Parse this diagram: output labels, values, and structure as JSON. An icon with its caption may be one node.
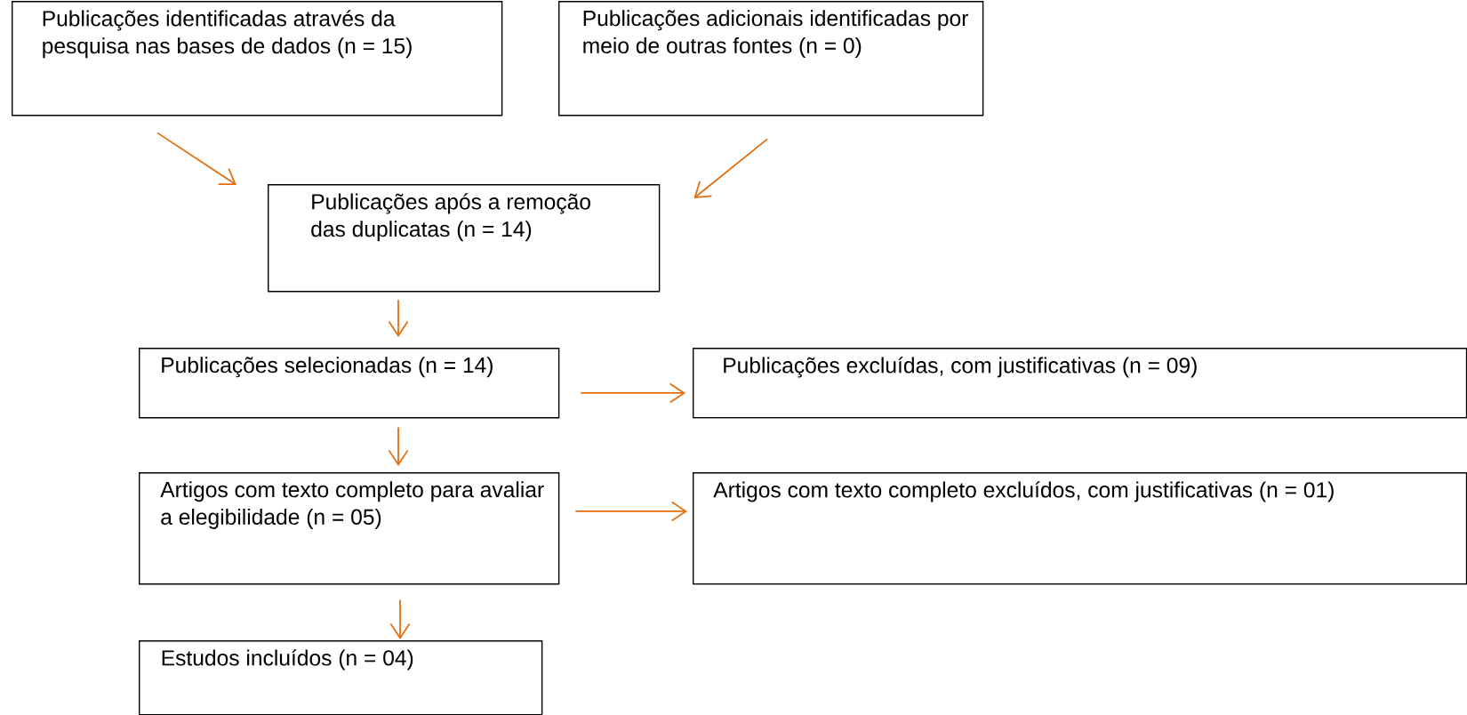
{
  "diagram": {
    "nodes": [
      {
        "text": [
          "Publicações identificadas através da pesquisa nas bases de dados (n = 15)"
        ]
      },
      {
        "text": [
          "Publicações adicionais identificadas por meio de outras fontes (n = 0)"
        ]
      },
      {
        "text": [
          "Publicações após a remoção das duplicatas (n = 14)"
        ]
      },
      {
        "text": [
          "Publicações selecionadas (n = 14)"
        ]
      },
      {
        "text": [
          "Publicações excluídas, com justificativas (n = 09)"
        ]
      },
      {
        "text": [
          "Artigos com texto completo para avaliar a elegibilidade (n = 05)"
        ]
      },
      {
        "text": [
          "Artigos com texto completo excluídos, com justificativas (n = 01)"
        ]
      },
      {
        "text": [
          "Estudos incluídos (n = 04)"
        ]
      }
    ],
    "edges": [
      {
        "from": 0,
        "to": 2,
        "arrow": "to"
      },
      {
        "from": 1,
        "to": 2,
        "arrow": "to"
      },
      {
        "from": 2,
        "to": 3,
        "arrow": "to"
      },
      {
        "from": 3,
        "to": 4,
        "arrow": "to"
      },
      {
        "from": 3,
        "to": 5,
        "arrow": "to"
      },
      {
        "from": 5,
        "to": 6,
        "arrow": "to"
      },
      {
        "from": 5,
        "to": 7,
        "arrow": "to"
      }
    ]
  }
}
